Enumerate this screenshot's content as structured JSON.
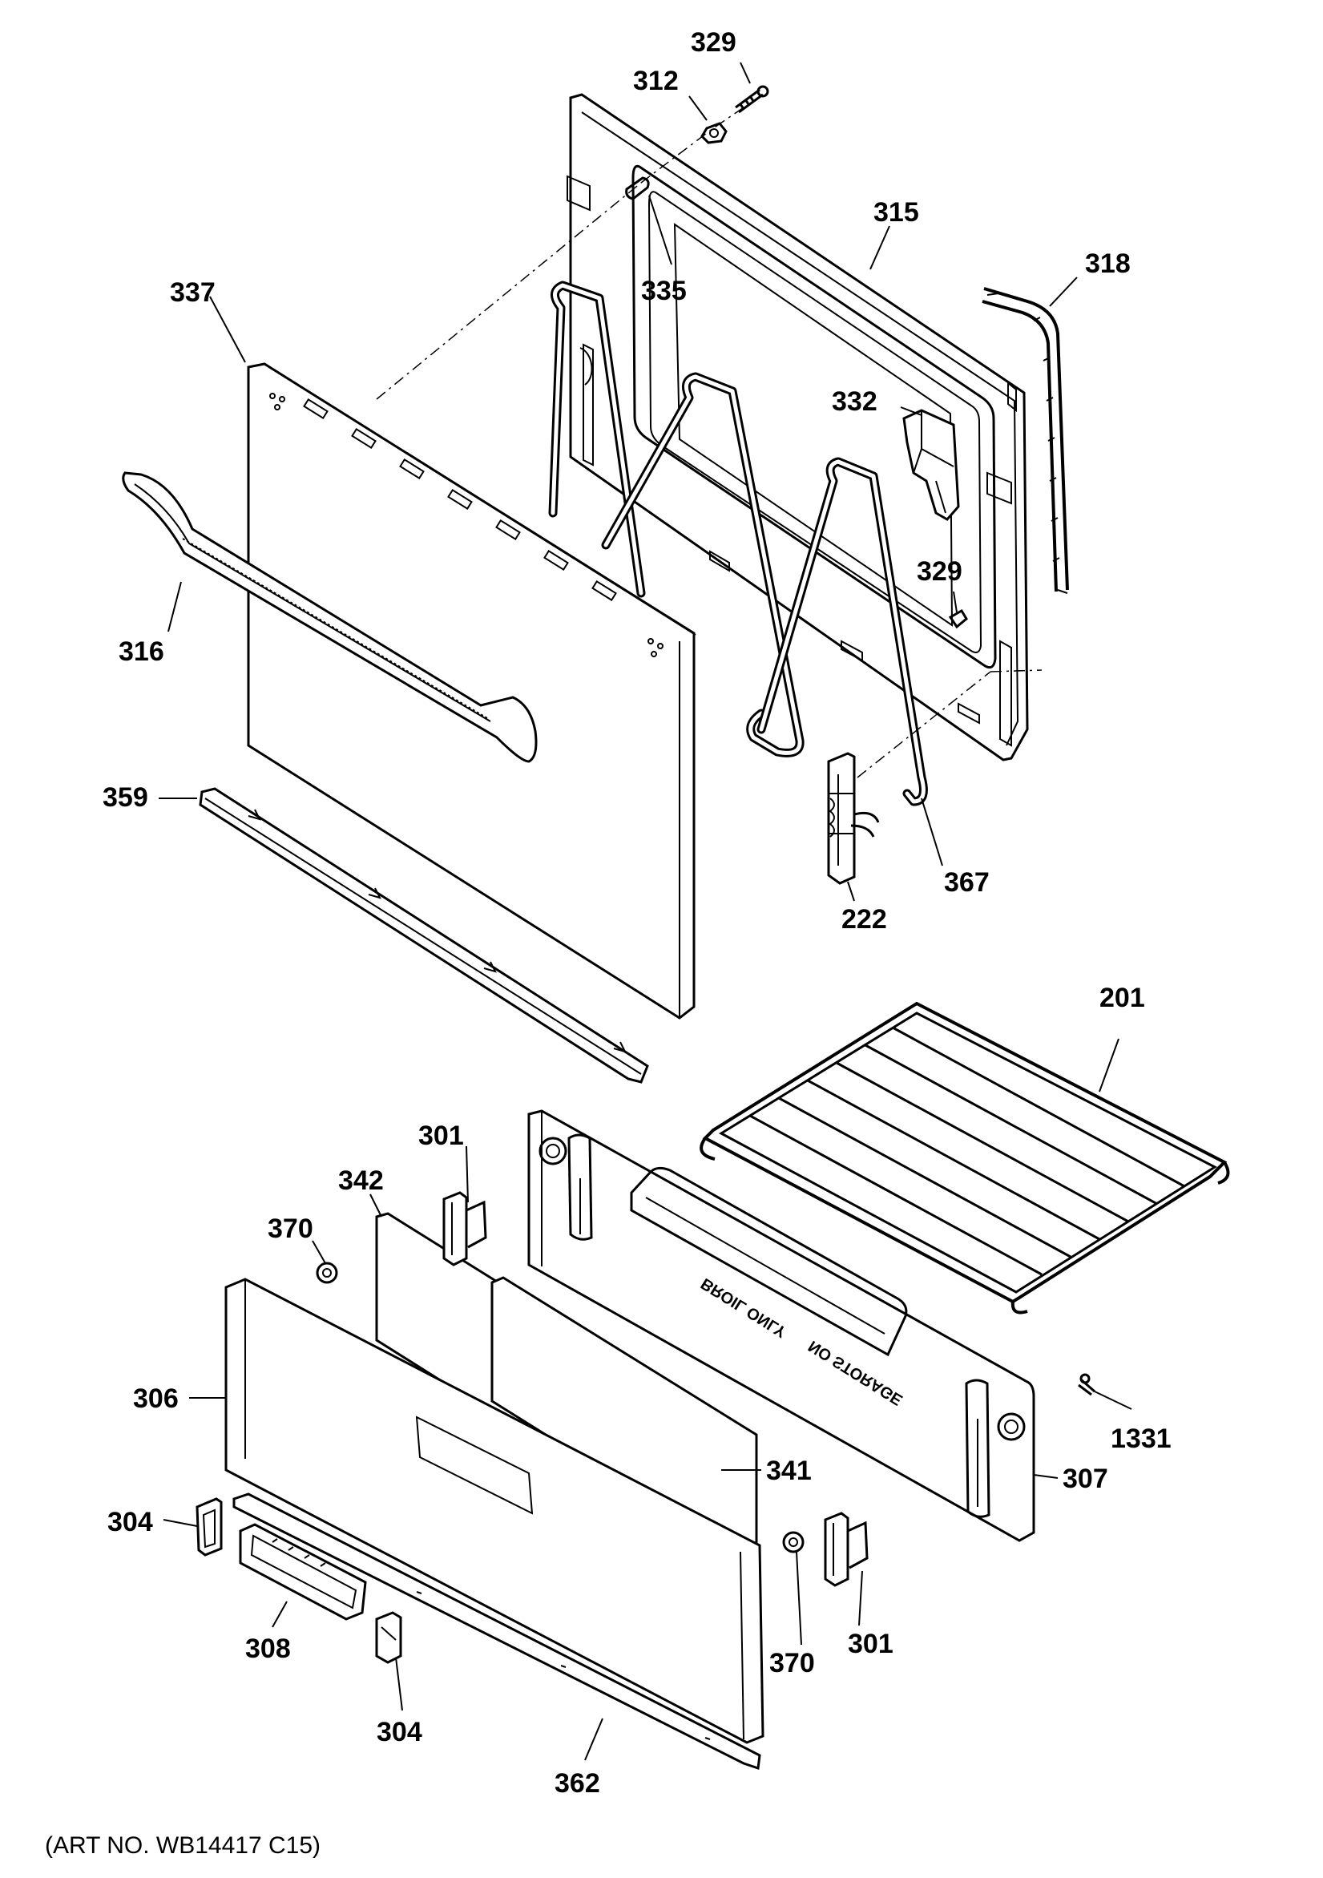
{
  "callouts": [
    {
      "id": "c329a",
      "text": "329"
    },
    {
      "id": "c312",
      "text": "312"
    },
    {
      "id": "c315",
      "text": "315"
    },
    {
      "id": "c318",
      "text": "318"
    },
    {
      "id": "c337",
      "text": "337"
    },
    {
      "id": "c335",
      "text": "335"
    },
    {
      "id": "c332",
      "text": "332"
    },
    {
      "id": "c329b",
      "text": "329"
    },
    {
      "id": "c316",
      "text": "316"
    },
    {
      "id": "c359",
      "text": "359"
    },
    {
      "id": "c367",
      "text": "367"
    },
    {
      "id": "c222",
      "text": "222"
    },
    {
      "id": "c201",
      "text": "201"
    },
    {
      "id": "c301a",
      "text": "301"
    },
    {
      "id": "c342",
      "text": "342"
    },
    {
      "id": "c370a",
      "text": "370"
    },
    {
      "id": "c306",
      "text": "306"
    },
    {
      "id": "c1331",
      "text": "1331"
    },
    {
      "id": "c341",
      "text": "341"
    },
    {
      "id": "c307",
      "text": "307"
    },
    {
      "id": "c304a",
      "text": "304"
    },
    {
      "id": "c308",
      "text": "308"
    },
    {
      "id": "c370b",
      "text": "370"
    },
    {
      "id": "c301b",
      "text": "301"
    },
    {
      "id": "c304b",
      "text": "304"
    },
    {
      "id": "c362",
      "text": "362"
    }
  ],
  "drawer_text_line1": "BROIL ONLY",
  "drawer_text_line2": "NO STORAGE",
  "art_number": "(ART NO. WB14417 C15)"
}
